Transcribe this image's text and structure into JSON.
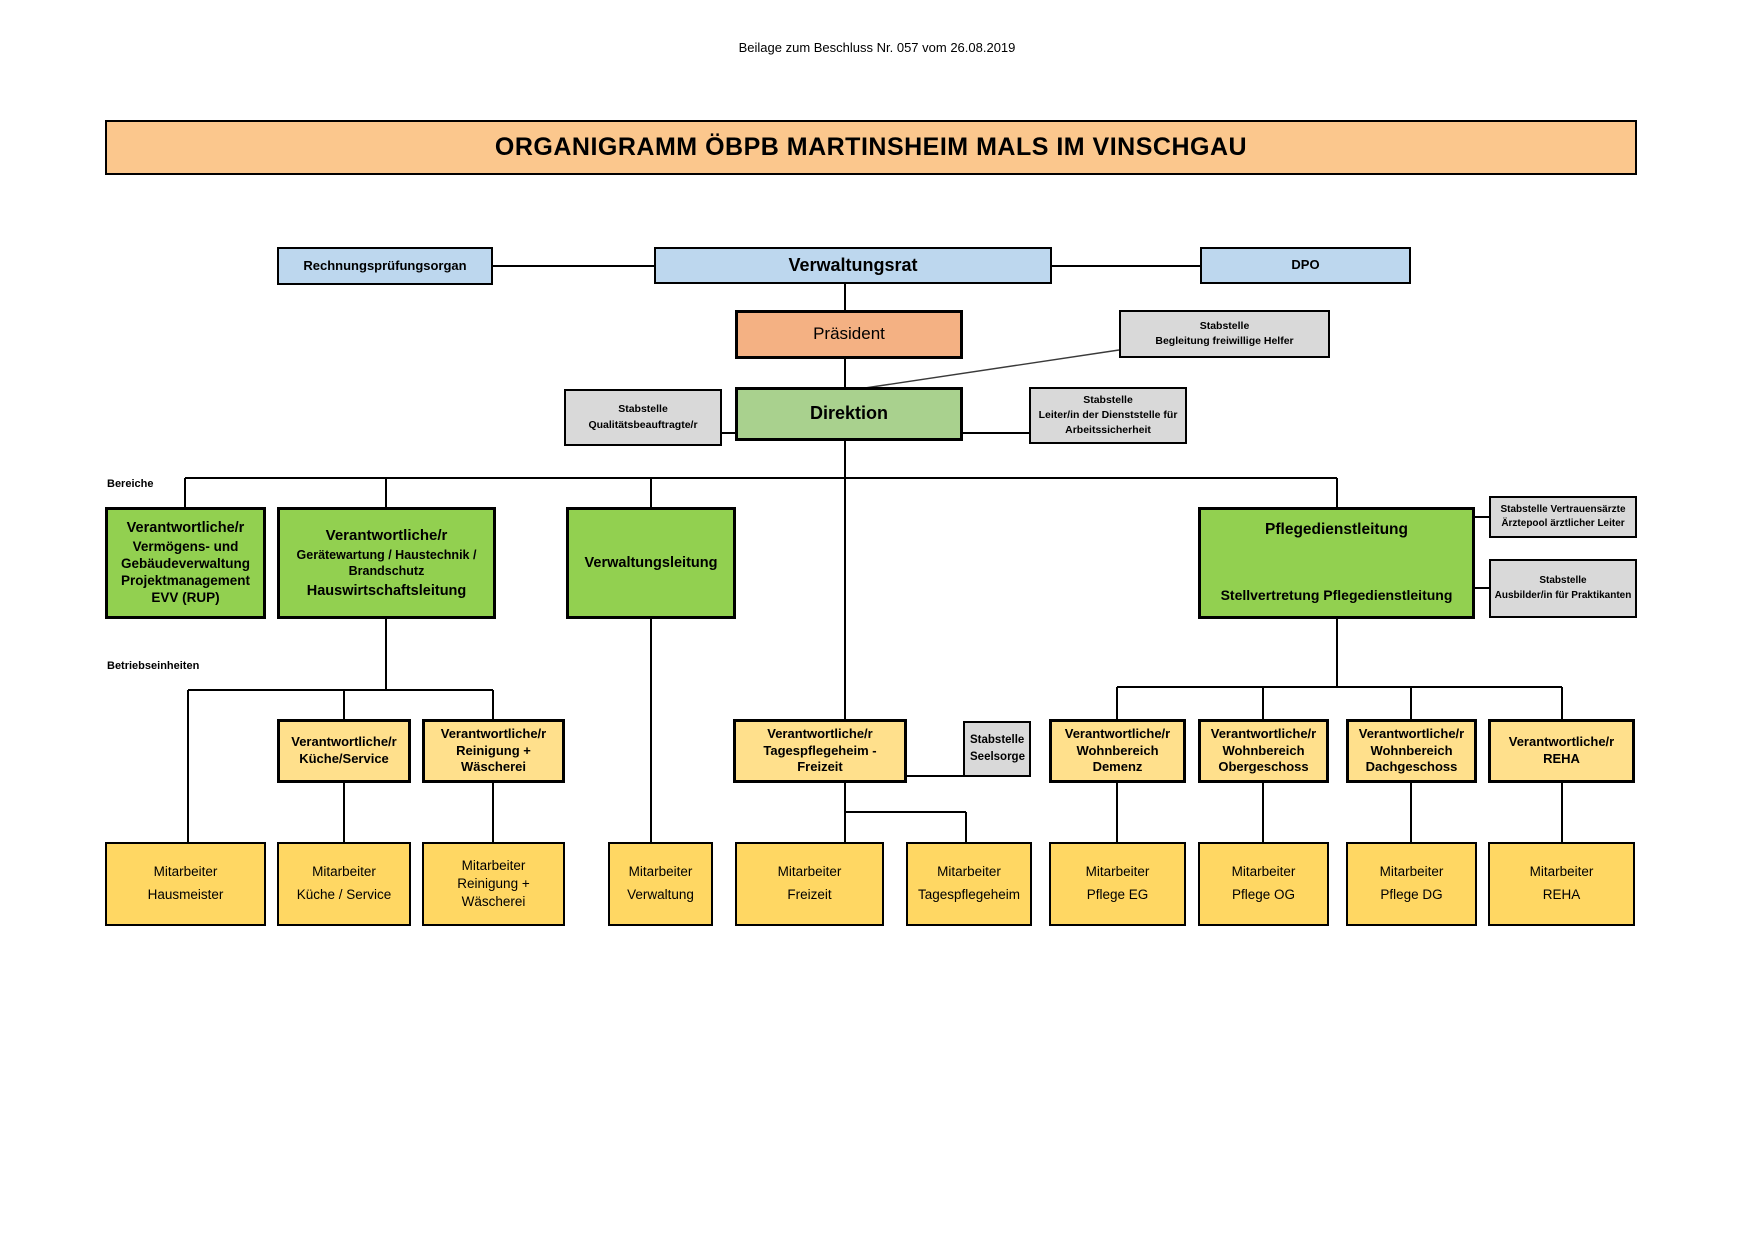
{
  "note": "Beilage zum Beschluss Nr. 057 vom 26.08.2019",
  "title": "ORGANIGRAMM ÖBPB MARTINSHEIM MALS IM VINSCHGAU",
  "labels": {
    "bereiche": "Bereiche",
    "betriebseinheiten": "Betriebseinheiten"
  },
  "colors": {
    "title_bar": "#FBC78D",
    "board_blue": "#BDD7EE",
    "president_orange": "#F4B183",
    "direction_green": "#A9D18E",
    "area_green": "#92D050",
    "staff_gray": "#D9D9D9",
    "unit_yellow": "#FFE08C",
    "worker_yellow": "#FFD763",
    "line_black": "#000000"
  },
  "nodes": {
    "rechnungspruefungsorgan": {
      "label": "Rechnungsprüfungsorgan"
    },
    "verwaltungsrat": {
      "label": "Verwaltungsrat"
    },
    "dpo": {
      "label": "DPO"
    },
    "praesident": {
      "label": "Präsident"
    },
    "stab_begleitung": {
      "lines": [
        "Stabstelle",
        "Begleitung freiwillige Helfer"
      ]
    },
    "stab_qualitaet": {
      "lines": [
        "Stabstelle",
        "Qualitätsbeauftragte/r"
      ]
    },
    "direktion": {
      "label": "Direktion"
    },
    "stab_arbeitssicherheit": {
      "lines": [
        "Stabstelle",
        "Leiter/in der Dienststelle für",
        "Arbeitssicherheit"
      ]
    },
    "bereich_vermoegen": {
      "lines": [
        "Verantwortliche/r",
        "Vermögens- und",
        "Gebäudeverwaltung",
        "Projektmanagement",
        "EVV (RUP)"
      ]
    },
    "bereich_haustechnik": {
      "lines": [
        "Verantwortliche/r",
        "Gerätewartung / Haustechnik /",
        "Brandschutz",
        "Hauswirtschaftsleitung"
      ]
    },
    "verwaltungsleitung": {
      "label": "Verwaltungsleitung"
    },
    "pflegedienstleitung": {
      "title": "Pflegedienstleitung",
      "subtitle": "Stellvertretung Pflegedienstleitung"
    },
    "stab_vertrauensaerzte": {
      "lines": [
        "Stabstelle  Vertrauensärzte",
        "Ärztepool   ärztlicher Leiter"
      ]
    },
    "stab_ausbilder": {
      "lines": [
        "Stabstelle",
        "Ausbilder/in für Praktikanten"
      ]
    },
    "v_kueche": {
      "lines": [
        "Verantwortliche/r",
        "Küche/Service"
      ]
    },
    "v_reinigung": {
      "lines": [
        "Verantwortliche/r",
        "Reinigung +",
        "Wäscherei"
      ]
    },
    "v_tagespflege": {
      "lines": [
        "Verantwortliche/r",
        "Tagespflegeheim -",
        "Freizeit"
      ]
    },
    "stab_seelsorge": {
      "lines": [
        "Stabstelle",
        "Seelsorge"
      ]
    },
    "v_demenz": {
      "lines": [
        "Verantwortliche/r",
        "Wohnbereich",
        "Demenz"
      ]
    },
    "v_obergeschoss": {
      "lines": [
        "Verantwortliche/r",
        "Wohnbereich",
        "Obergeschoss"
      ]
    },
    "v_dachgeschoss": {
      "lines": [
        "Verantwortliche/r",
        "Wohnbereich",
        "Dachgeschoss"
      ]
    },
    "v_reha": {
      "lines": [
        "Verantwortliche/r",
        "REHA"
      ]
    },
    "m_hausmeister": {
      "lines": [
        "Mitarbeiter",
        "Hausmeister"
      ]
    },
    "m_kueche": {
      "lines": [
        "Mitarbeiter",
        "Küche / Service"
      ]
    },
    "m_reinigung": {
      "lines": [
        "Mitarbeiter",
        "Reinigung +",
        "Wäscherei"
      ]
    },
    "m_verwaltung": {
      "lines": [
        "Mitarbeiter",
        "Verwaltung"
      ]
    },
    "m_freizeit": {
      "lines": [
        "Mitarbeiter",
        "Freizeit"
      ]
    },
    "m_tagespflege": {
      "lines": [
        "Mitarbeiter",
        "Tagespflegeheim"
      ]
    },
    "m_pflege_eg": {
      "lines": [
        "Mitarbeiter",
        "Pflege EG"
      ]
    },
    "m_pflege_og": {
      "lines": [
        "Mitarbeiter",
        "Pflege OG"
      ]
    },
    "m_pflege_dg": {
      "lines": [
        "Mitarbeiter",
        "Pflege DG"
      ]
    },
    "m_reha": {
      "lines": [
        "Mitarbeiter",
        "REHA"
      ]
    }
  }
}
